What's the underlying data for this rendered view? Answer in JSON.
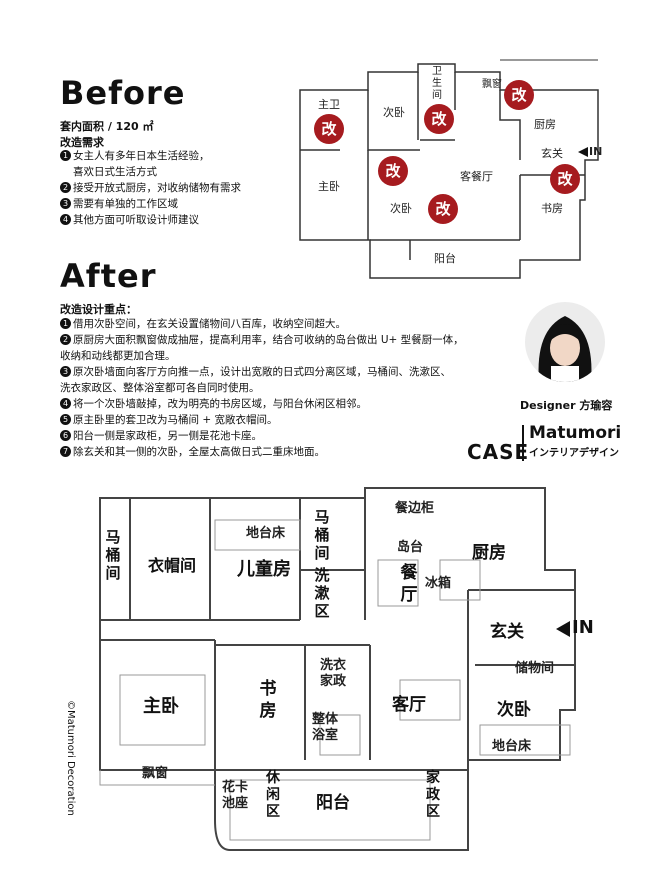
{
  "before": {
    "title": "Before",
    "area": "套内面积 / 120 ㎡",
    "needs_title": "改造需求",
    "needs": [
      "女主人有多年日本生活经验，",
      "喜欢日式生活方式",
      "接受开放式厨房，对收纳储物有需求",
      "需要有单独的工作区域",
      "其他方面可听取设计师建议"
    ],
    "gai": "改",
    "rooms": {
      "master_bath": "主卫",
      "second_bed1": "次卧",
      "bath": "卫生间",
      "bay": "飘窗",
      "kitchen": "厨房",
      "entrance": "玄关",
      "in": "IN",
      "master_bed": "主卧",
      "second_bed2": "次卧",
      "living": "客餐厅",
      "study": "书房",
      "balcony": "阳台"
    }
  },
  "after": {
    "title": "After",
    "points_title": "改造设计重点：",
    "points": [
      "借用次卧空间，在玄关设置储物间八百库，收纳空间超大。",
      "原厨房大面积飘窗做成抽屉，提高利用率，结合可收纳的岛台做出 U+ 型餐厨一体，",
      "收纳和动线都更加合理。",
      "原次卧墙面向客厅方向推一点，设计出宽敞的日式四分离区域，马桶间、洗漱区、",
      "洗衣家政区、整体浴室都可各自同时使用。",
      "将一个次卧墙敲掉，改为明亮的书房区域，与阳台休闲区相邻。",
      "原主卧里的套卫改为马桶间 + 宽敞衣帽间。",
      "阳台一侧是家政柜，另一侧是花池卡座。",
      "除玄关和其一侧的次卧，全屋太高做日式二重床地面。"
    ],
    "point_numbers": [
      "1",
      "2",
      "",
      "3",
      "",
      "4",
      "5",
      "6",
      "7"
    ]
  },
  "designer": {
    "label": "Designer 方瑜容"
  },
  "brand": {
    "case": "CASE",
    "name": "Matumori",
    "sub": "インテリアデザイン",
    "watermark": "©Matumori Decoration"
  },
  "plan": {
    "sideboard": "餐边柜",
    "tatami1": "地台床",
    "toilet1": "马桶间",
    "toilet2": "马桶间",
    "cloak": "衣帽间",
    "kids": "儿童房",
    "wash": "洗漱区",
    "island": "岛台",
    "dining": "餐厅",
    "kitchen": "厨房",
    "fridge": "冰箱",
    "entrance": "玄关",
    "in": "IN",
    "storage": "储物间",
    "master": "主卧",
    "study": "书房",
    "laundry": "洗衣家政",
    "bath": "整体浴室",
    "living": "客厅",
    "second": "次卧",
    "tatami2": "地台床",
    "bay": "飘窗",
    "flower": "花卡池座",
    "leisure": "休闲区",
    "balcony": "阳台",
    "housework": "家政区"
  }
}
